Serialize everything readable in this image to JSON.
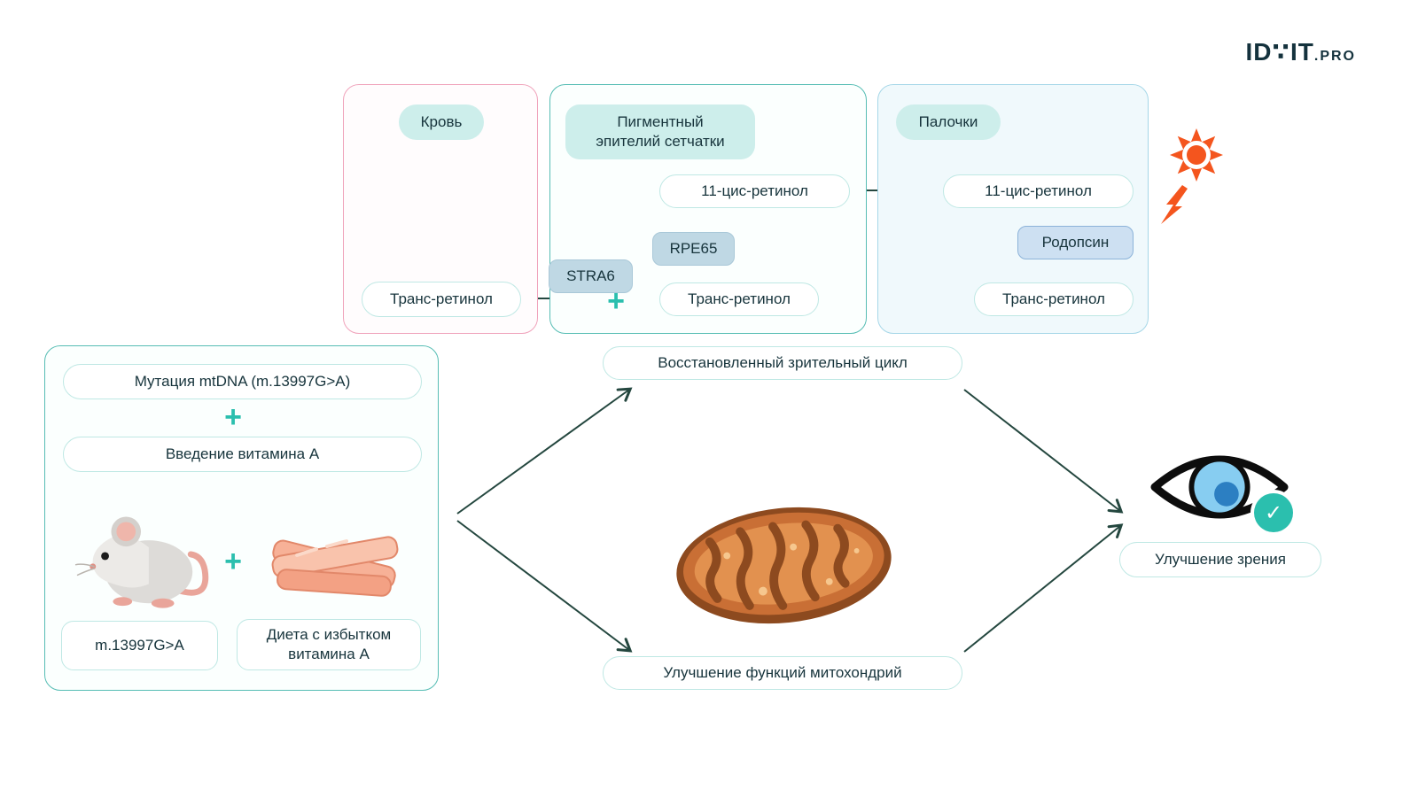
{
  "logo": {
    "part1": "ID",
    "dots": "∵",
    "part2": "IT",
    "suffix": ".PRO"
  },
  "symbols": {
    "plus": "+",
    "check": "✓"
  },
  "blood_box": {
    "title": "Кровь",
    "trans_retinol": "Транс-ретинол"
  },
  "rpe_box": {
    "title": "Пигментный\nэпителий сетчатки",
    "stra6": "STRA6",
    "rpe65": "RPE65",
    "cis_retinol": "11-цис-ретинол",
    "trans_retinol": "Транс-ретинол"
  },
  "rods_box": {
    "title": "Палочки",
    "cis_retinol": "11-цис-ретинол",
    "rhodopsin": "Родопсин",
    "trans_retinol": "Транс-ретинол"
  },
  "experiment_box": {
    "mutation": "Мутация mtDNA (m.13997G>A)",
    "vitamin_injection": "Введение витамина А",
    "mouse_label": "m.13997G>A",
    "diet_label": "Диета с избытком\nвитамина А"
  },
  "outcomes": {
    "visual_cycle": "Восстановленный зрительный цикл",
    "mito_function": "Улучшение функций митохондрий",
    "vision": "Улучшение зрения"
  },
  "colors": {
    "accent_teal": "#2bbfae",
    "arrow_dark": "#24473f",
    "pill_mint_bg": "#cdeeeb",
    "pill_mint_border": "#bfe8e4",
    "blood_border": "#f0a3bb",
    "teal_border": "#56bdb4",
    "rods_border": "#a6d7e8",
    "steel_pill_bg": "#bfd8e4",
    "rhodopsin_bg": "#cde0f2",
    "rhodopsin_border": "#8cb3d9",
    "sun_orange": "#f4551e"
  }
}
